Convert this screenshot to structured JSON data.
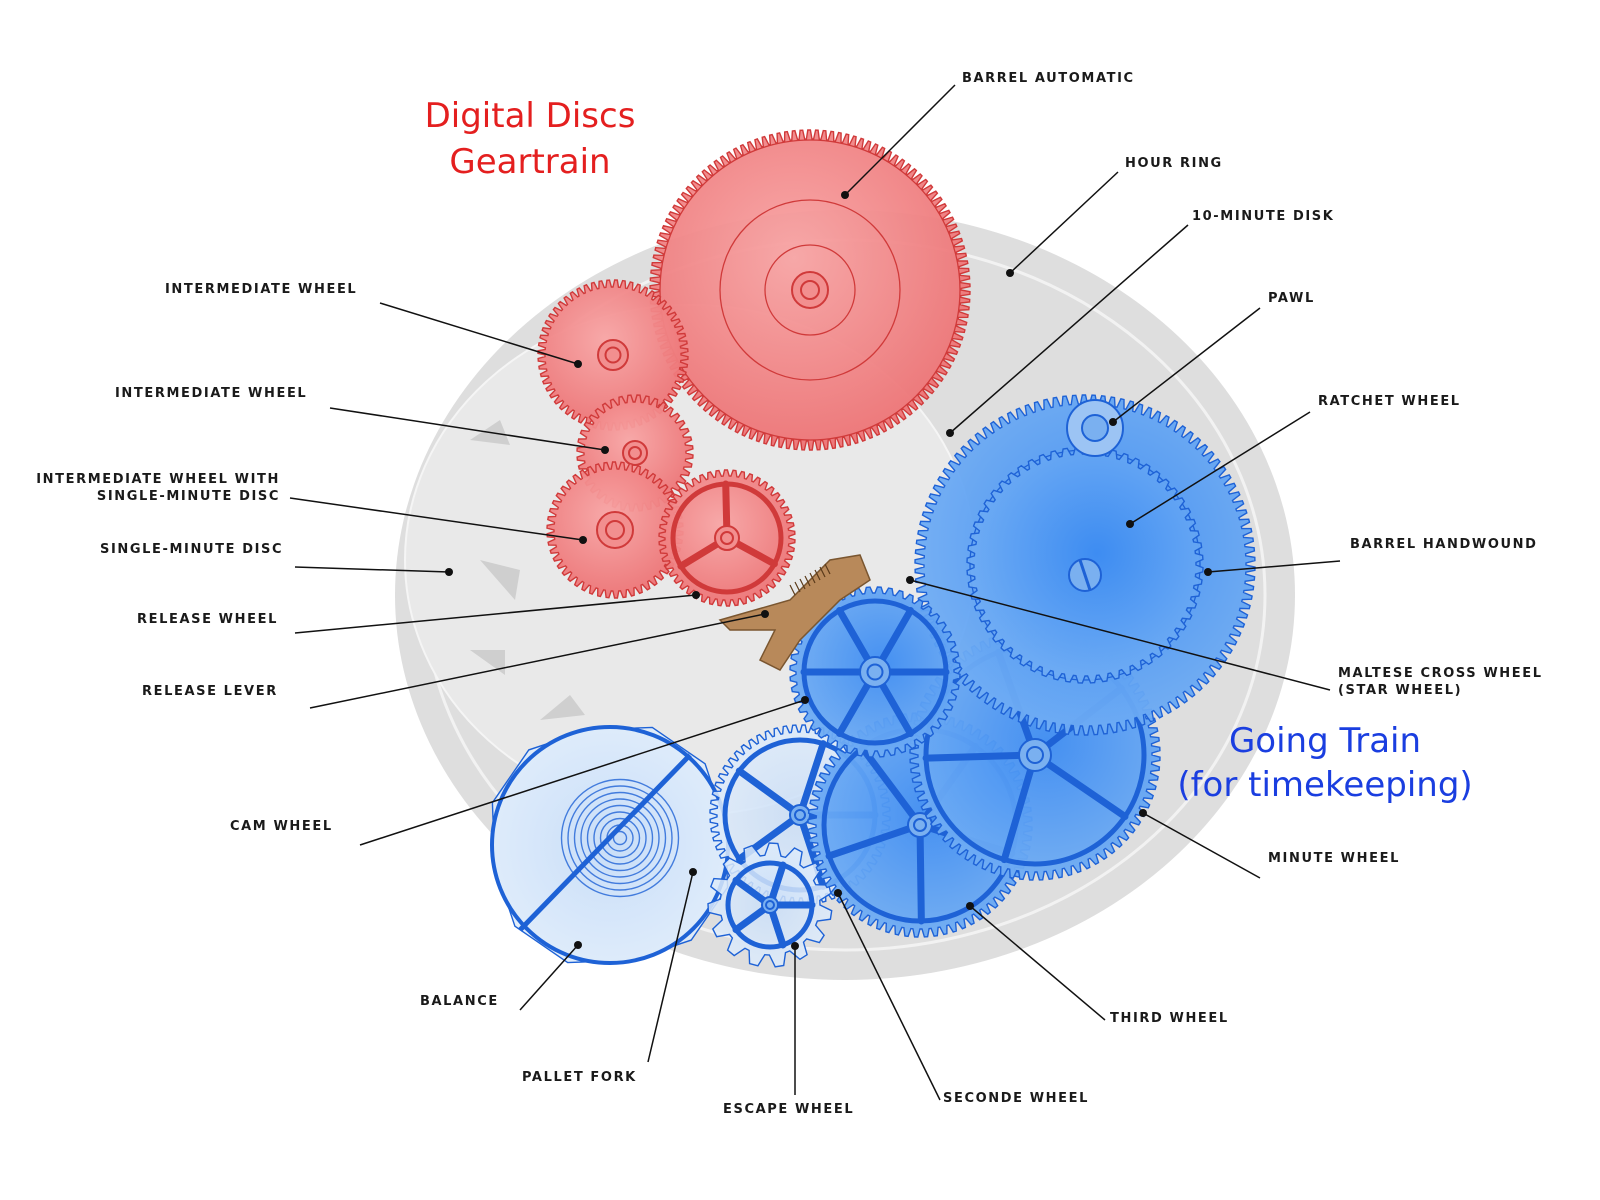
{
  "titles": {
    "digital_line1": "Digital Discs",
    "digital_line2": "Geartrain",
    "going_line1": "Going Train",
    "going_line2": "(for timekeeping)"
  },
  "labels": {
    "barrel_automatic": "BARREL AUTOMATIC",
    "hour_ring": "HOUR RING",
    "ten_minute_disk": "10-MINUTE DISK",
    "pawl": "PAWL",
    "ratchet_wheel": "RATCHET WHEEL",
    "barrel_handwound": "BARREL HANDWOUND",
    "maltese_line1": "MALTESE CROSS WHEEL",
    "maltese_line2": "(STAR WHEEL)",
    "minute_wheel": "MINUTE WHEEL",
    "third_wheel": "THIRD WHEEL",
    "seconde_wheel": "SECONDE WHEEL",
    "escape_wheel": "ESCAPE WHEEL",
    "pallet_fork": "PALLET FORK",
    "balance": "BALANCE",
    "cam_wheel": "CAM WHEEL",
    "release_lever": "RELEASE LEVER",
    "release_wheel": "RELEASE WHEEL",
    "single_minute_disc": "SINGLE-MINUTE DISC",
    "intermediate_single_line1": "INTERMEDIATE WHEEL WITH",
    "intermediate_single_line2": "SINGLE-MINUTE DISC",
    "intermediate_wheel_2": "INTERMEDIATE WHEEL",
    "intermediate_wheel_1": "INTERMEDIATE WHEEL"
  },
  "colors": {
    "red_fill": "#f0797a",
    "red_stroke": "#d03a3a",
    "blue_fill": "#4a90ee",
    "blue_stroke": "#1e62d6",
    "grey_dial": "#e4e4e4",
    "bronze": "#b8895a",
    "title_red": "#e41f1f",
    "title_blue": "#1a3ee0"
  }
}
